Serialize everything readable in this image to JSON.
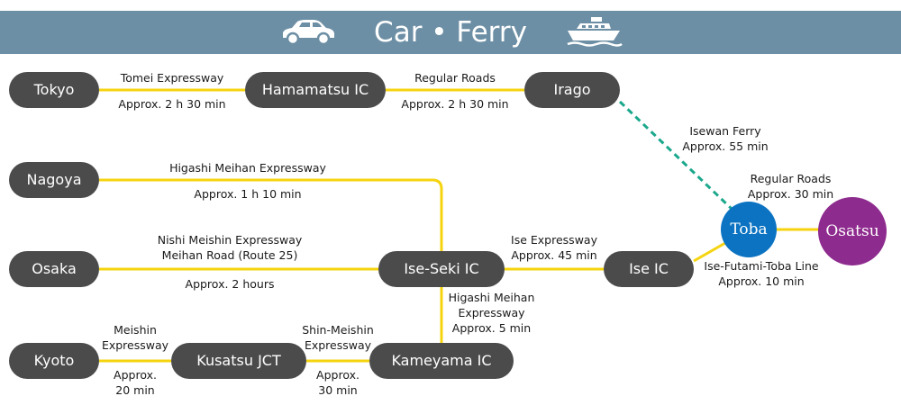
{
  "header": {
    "title": "Car • Ferry",
    "icons": [
      "car-icon",
      "ship-icon"
    ],
    "background_color": "#6d8fa5"
  },
  "nodes": {
    "tokyo": "Tokyo",
    "hamamatsu_ic": "Hamamatsu IC",
    "irago": "Irago",
    "nagoya": "Nagoya",
    "osaka": "Osaka",
    "ise_seki_ic": "Ise-Seki IC",
    "ise_ic": "Ise IC",
    "kyoto": "Kyoto",
    "kusatsu_jct": "Kusatsu JCT",
    "kameyama_ic": "Kameyama IC",
    "toba": "Toba",
    "osatsu": "Osatsu"
  },
  "routes": {
    "tokyo_hamamatsu": {
      "road": "Tomei Expressway",
      "time": "Approx. 2 h 30 min"
    },
    "hamamatsu_irago": {
      "road": "Regular Roads",
      "time": "Approx. 2 h 30 min"
    },
    "irago_toba": {
      "road": "Isewan Ferry",
      "time": "Approx. 55 min"
    },
    "nagoya_iseseki": {
      "road": "Higashi Meihan Expressway",
      "time": "Approx. 1 h 10 min"
    },
    "osaka_iseseki": {
      "road": "Nishi Meishin Expressway\nMeihan Road (Route 25)",
      "time": "Approx. 2 hours"
    },
    "iseseki_iseic": {
      "road": "Ise Expressway\nApprox. 45 min"
    },
    "iseic_toba": {
      "road": "Ise-Futami-Toba Line\nApprox. 10 min"
    },
    "toba_osatsu": {
      "road": "Regular Roads\nApprox. 30 min"
    },
    "kameyama_iseseki": {
      "road": "Higashi Meihan\nExpressway\nApprox. 5 min"
    },
    "kyoto_kusatsu": {
      "road": "Meishin\nExpressway",
      "time": "Approx.\n20 min"
    },
    "kusatsu_kameyama": {
      "road": "Shin-Meishin\nExpressway",
      "time": "Approx.\n30 min"
    }
  },
  "colors": {
    "road_line": "#f5d40f",
    "ferry_line": "#1aa88c",
    "node_fill": "#4b4b4b",
    "toba_fill": "#0b73c2",
    "osatsu_fill": "#8e2b8e"
  }
}
